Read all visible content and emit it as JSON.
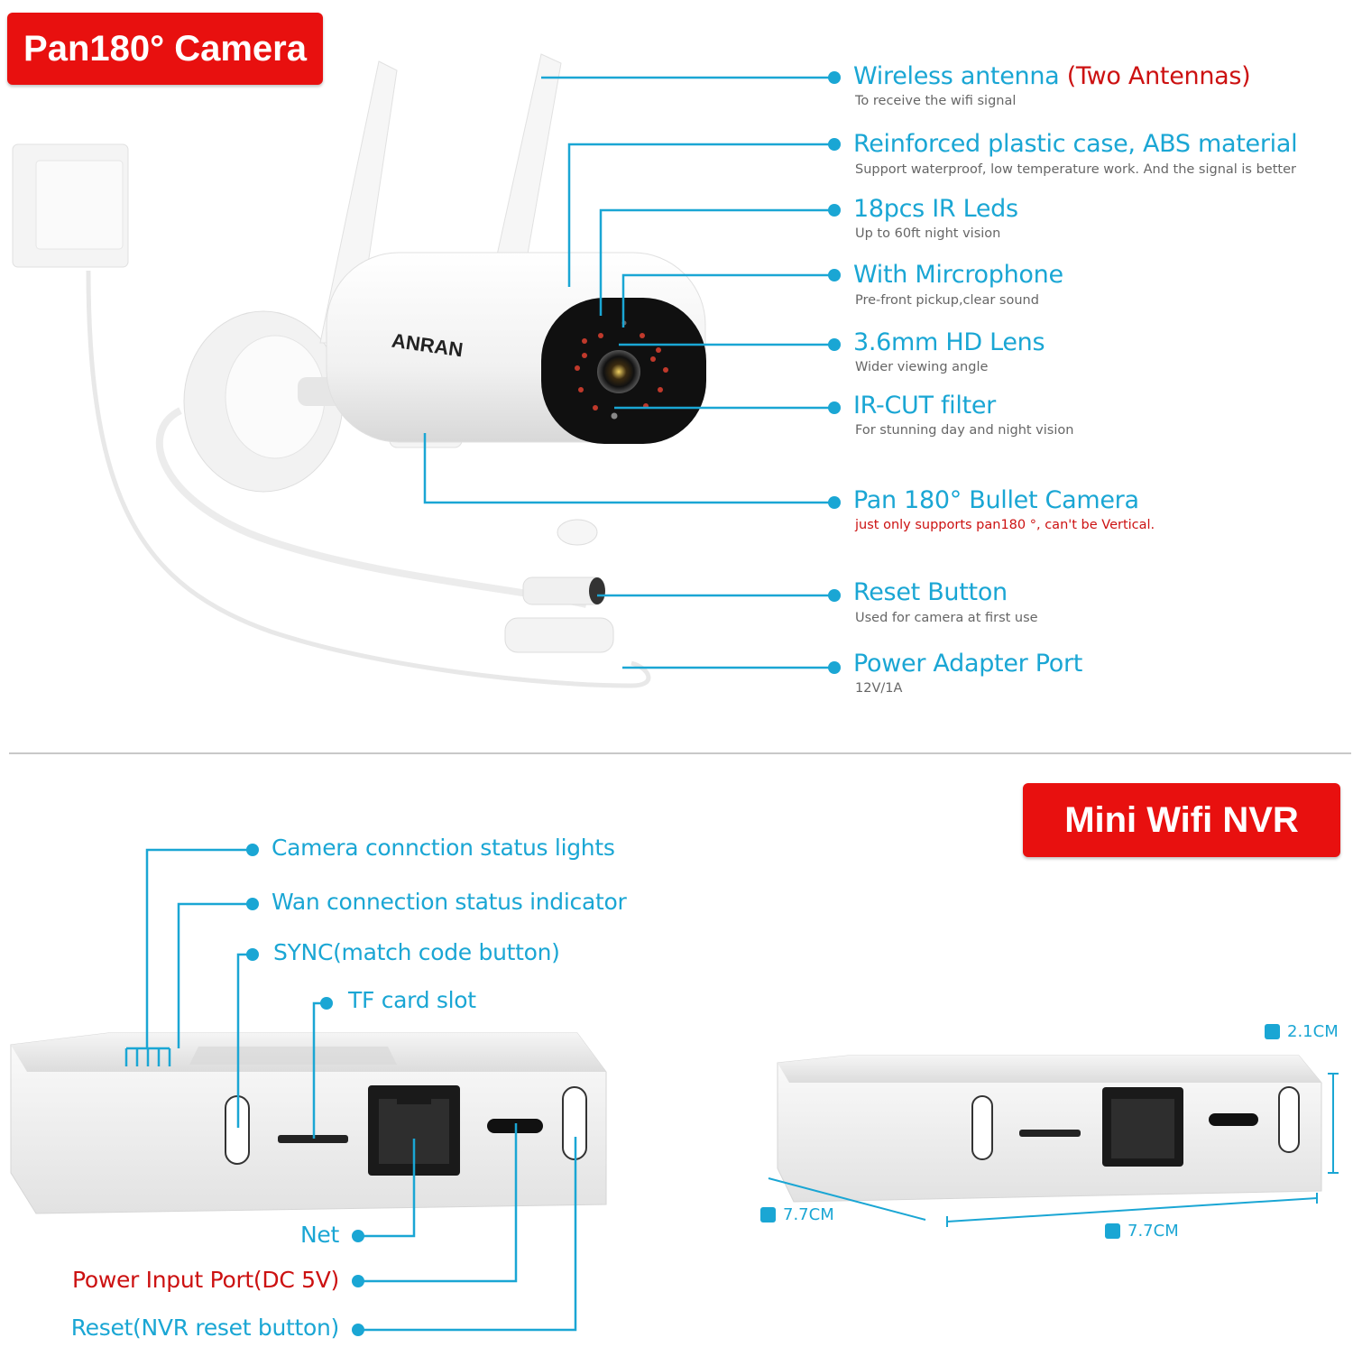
{
  "camera": {
    "badge": "Pan180° Camera",
    "brand_logo": "ANRAN",
    "features": [
      {
        "title": "Wireless antenna",
        "title_extra": "(Two Antennas)",
        "subtitle": "To receive the wifi signal"
      },
      {
        "title": "Reinforced plastic case, ABS material",
        "subtitle": "Support waterproof, low temperature work. And the signal is better"
      },
      {
        "title": "18pcs IR Leds",
        "subtitle": "Up to 60ft night vision"
      },
      {
        "title": "With Mircrophone",
        "subtitle": "Pre-front pickup,clear sound"
      },
      {
        "title": "3.6mm HD Lens",
        "subtitle": "Wider viewing angle"
      },
      {
        "title": "IR-CUT filter",
        "subtitle": "For stunning day and night vision"
      },
      {
        "title": "Pan 180° Bullet Camera",
        "subtitle": "just only supports pan180 °, can't be Vertical."
      },
      {
        "title": "Reset Button",
        "subtitle": "Used for camera at first use"
      },
      {
        "title": "Power Adapter Port",
        "subtitle": "12V/1A"
      }
    ]
  },
  "nvr": {
    "badge": "Mini Wifi NVR",
    "labels_top": [
      "Camera connction status lights",
      "Wan connection status indicator",
      "SYNC(match code button)",
      "TF card slot"
    ],
    "labels_bottom": [
      "Net",
      "Power Input Port(DC 5V)",
      "Reset(NVR reset button)"
    ],
    "dimensions": {
      "height": "2.1CM",
      "depth": "7.7CM",
      "width": "7.7CM"
    }
  },
  "colors": {
    "accent_blue": "#1aa6d4",
    "accent_red": "#e8100f",
    "label_red": "#cc1111"
  }
}
